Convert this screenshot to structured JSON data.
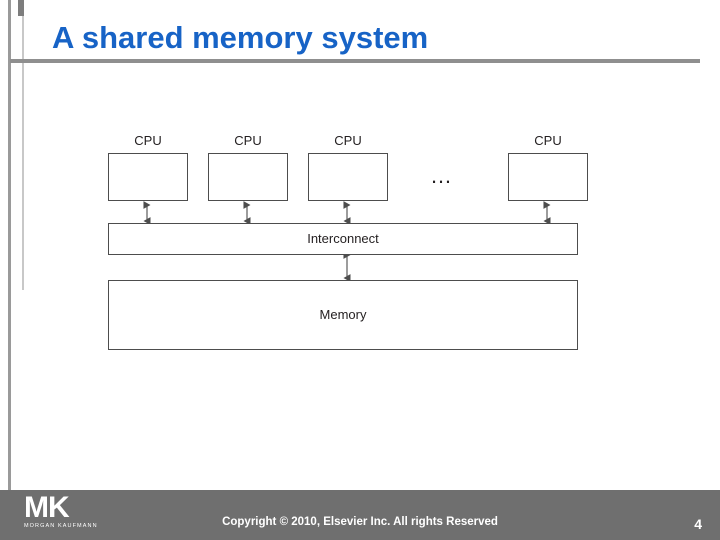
{
  "slide": {
    "title": "A shared memory system",
    "page_number": "4",
    "copyright": "Copyright © 2010, Elsevier Inc. All rights Reserved"
  },
  "theme": {
    "title_color": "#1763c6",
    "rule_color": "#8f8f8f",
    "footer_bg": "#6f6f6f",
    "box_border": "#4d4d4d",
    "text_color": "#231f20"
  },
  "diagram": {
    "cpus": [
      {
        "label": "CPU"
      },
      {
        "label": "CPU"
      },
      {
        "label": "CPU"
      },
      {
        "label": "CPU"
      }
    ],
    "ellipsis": "…",
    "interconnect": {
      "label": "Interconnect"
    },
    "memory": {
      "label": "Memory"
    }
  },
  "logo": {
    "mark": "MK",
    "subtitle": "MORGAN KAUFMANN"
  }
}
